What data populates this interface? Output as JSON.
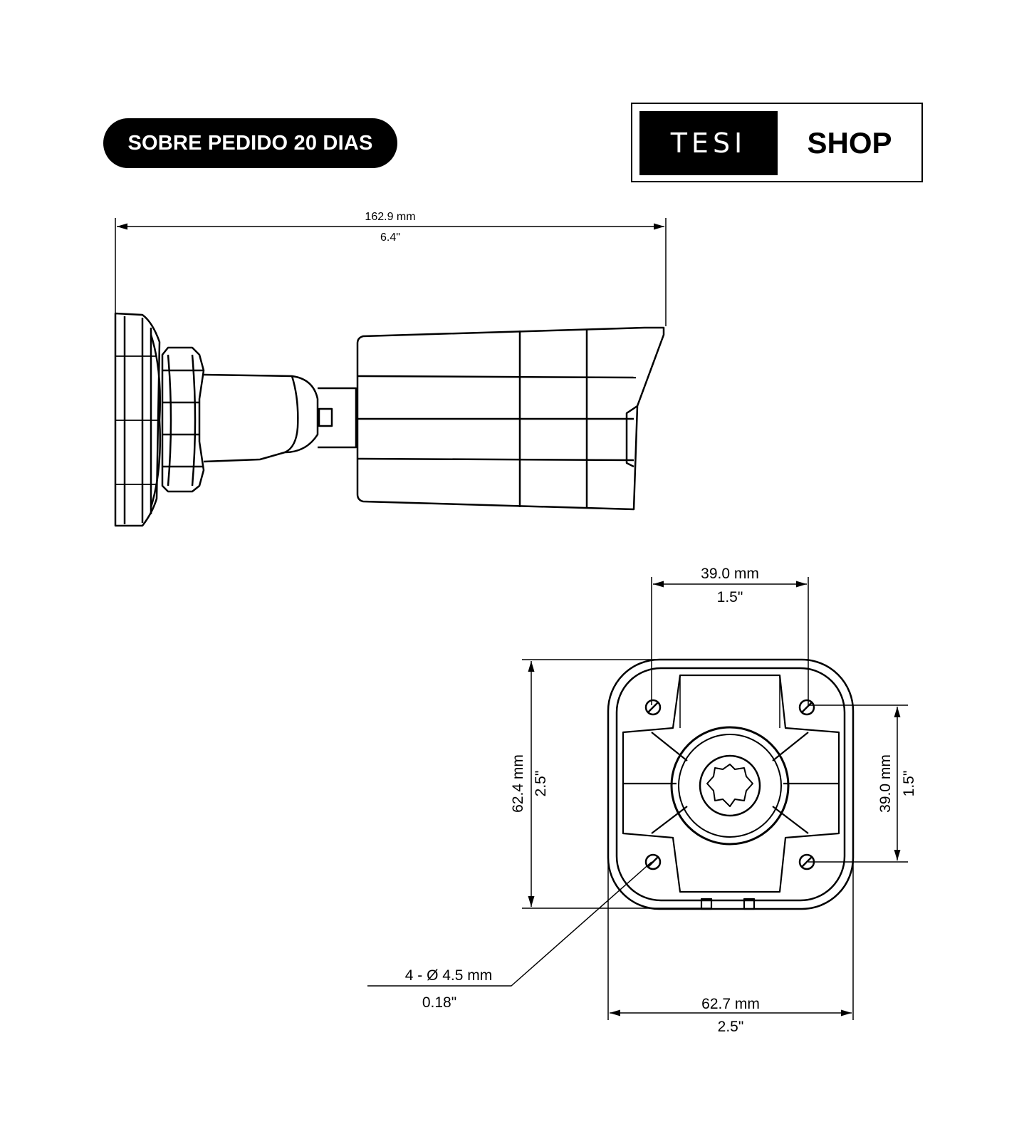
{
  "badge": {
    "label": "SOBRE PEDIDO 20 DIAS"
  },
  "logo": {
    "left_text": "TESI",
    "right_text": "SHOP"
  },
  "dimensions": {
    "total_length_mm": "162.9 mm",
    "total_length_in": "6.4\"",
    "hole_spacing_top_mm": "39.0 mm",
    "hole_spacing_top_in": "1.5\"",
    "base_height_mm": "62.4 mm",
    "base_height_in": "2.5\"",
    "hole_spacing_right_mm": "39.0 mm",
    "hole_spacing_right_in": "1.5\"",
    "hole_diameter_mm": "4 - Ø 4.5 mm",
    "hole_diameter_in": "0.18\"",
    "base_width_mm": "62.7 mm",
    "base_width_in": "2.5\""
  }
}
